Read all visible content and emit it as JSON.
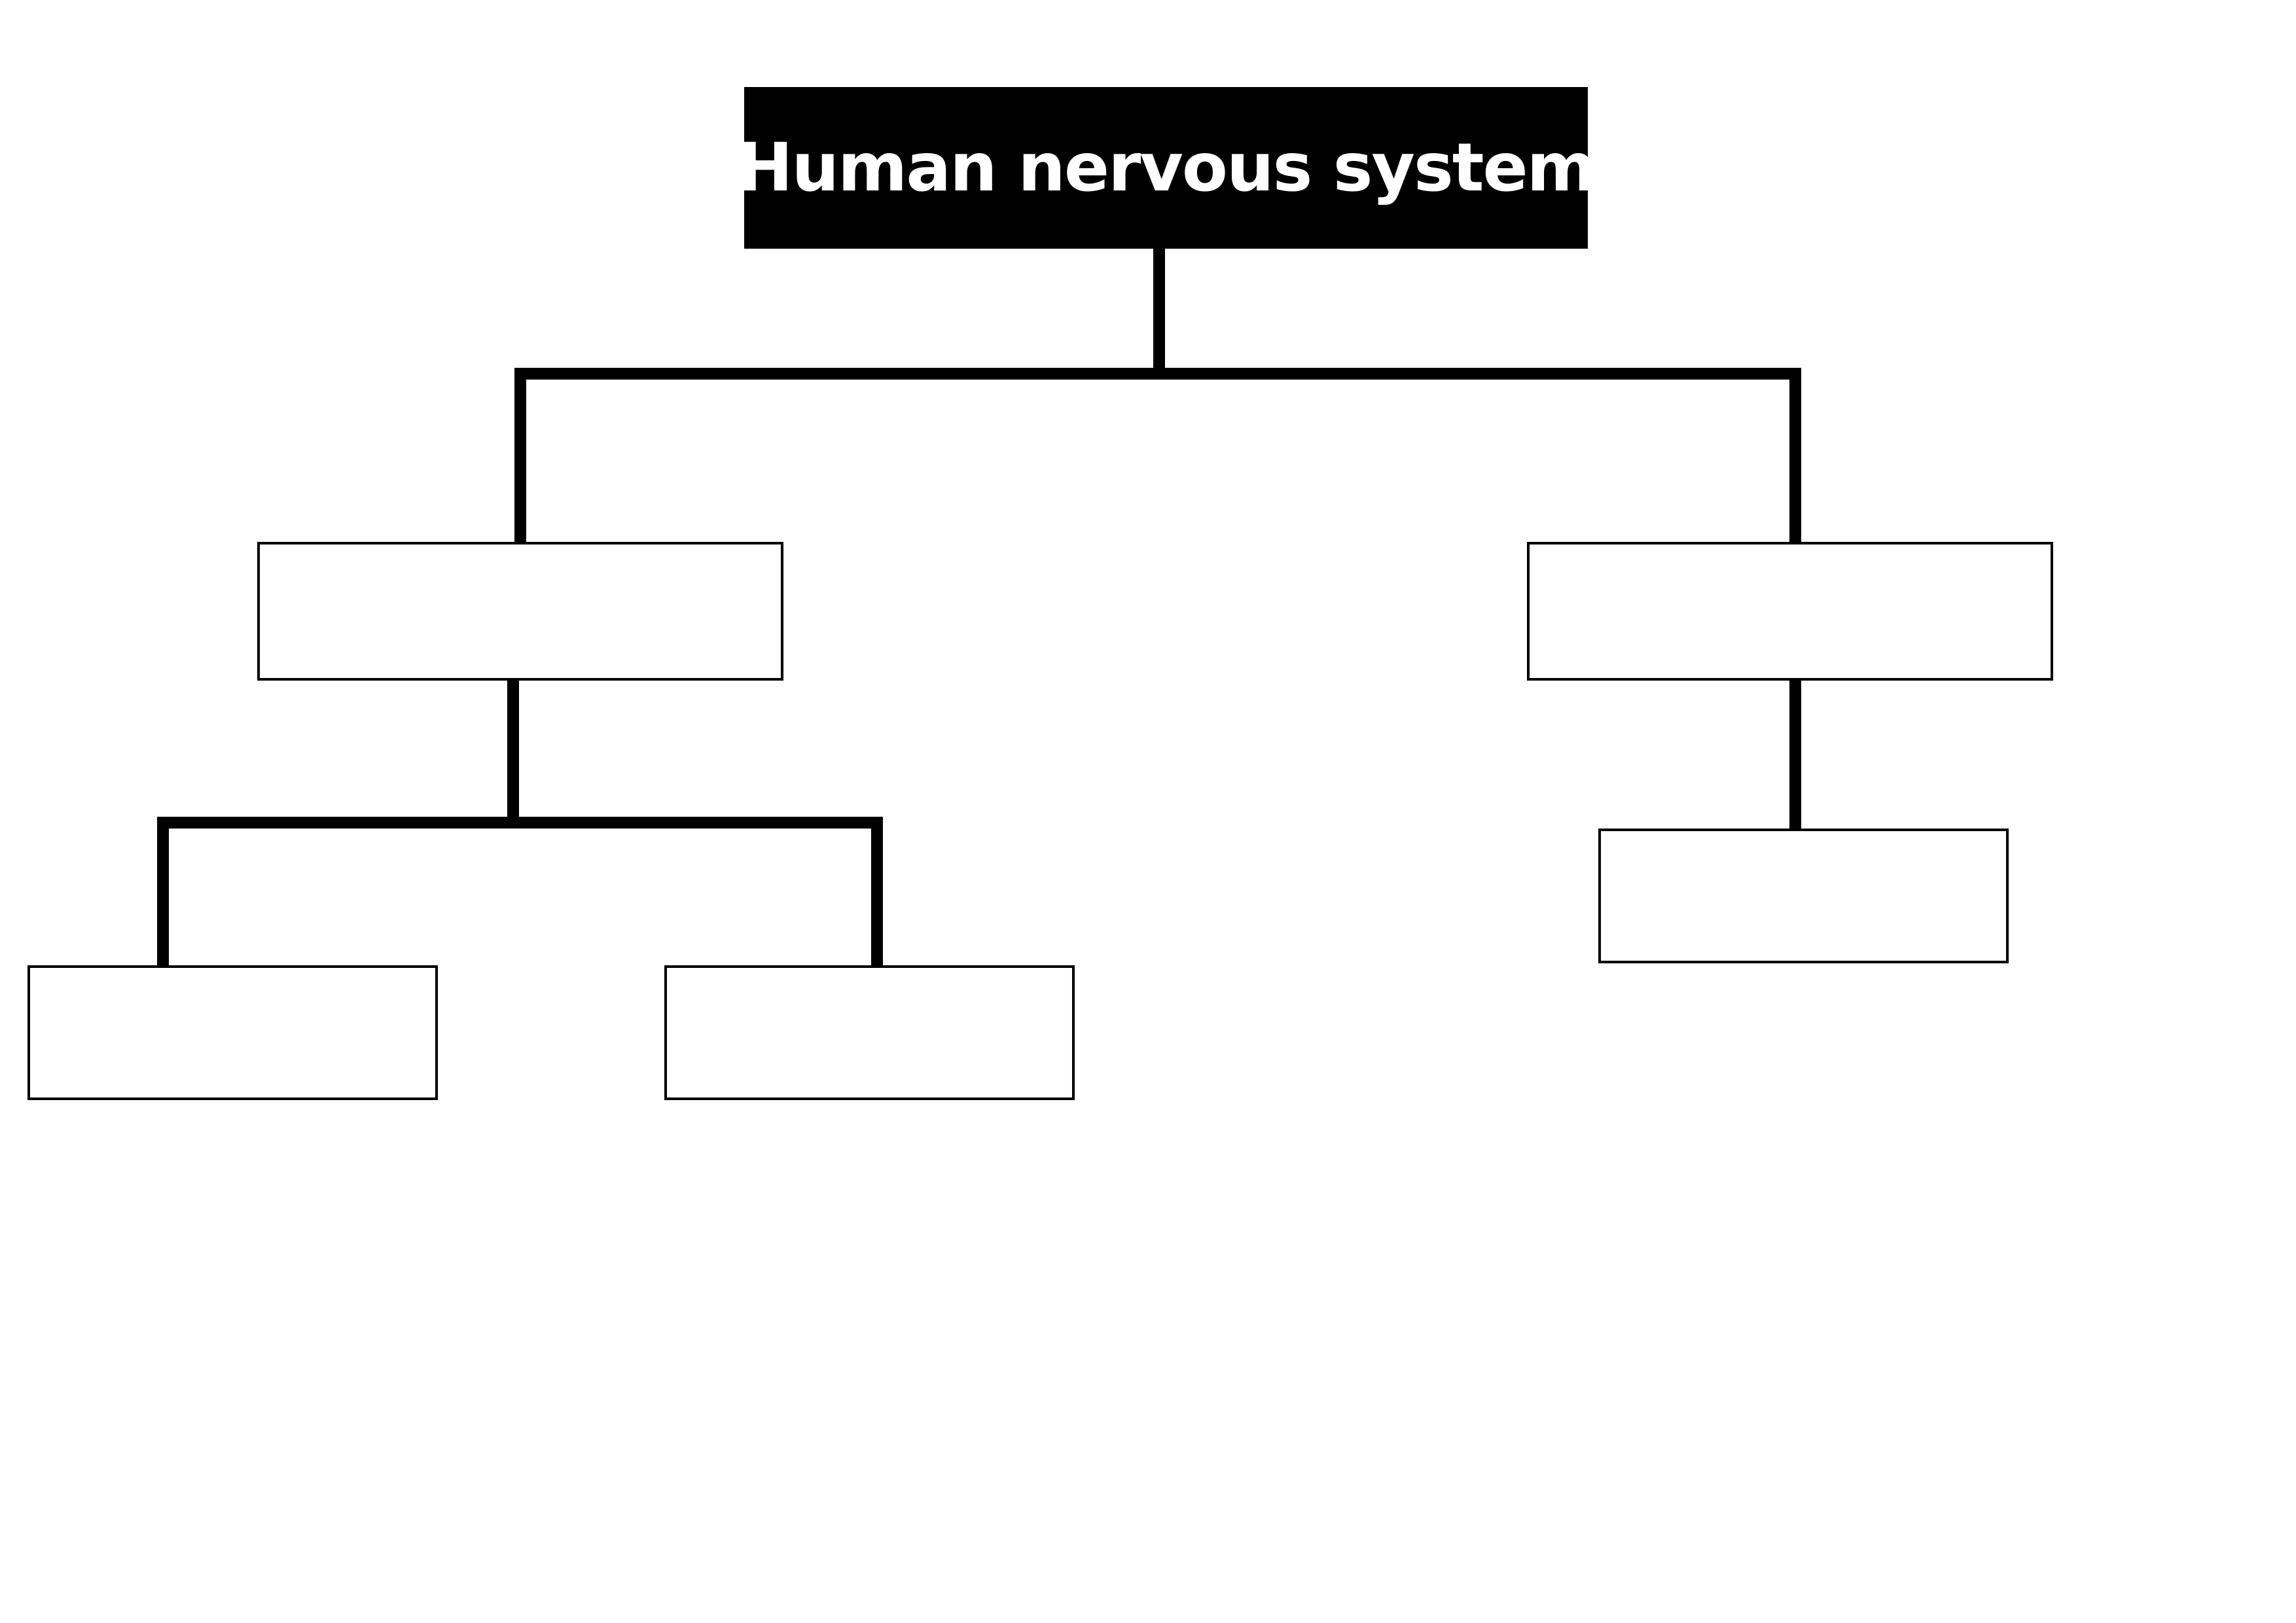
{
  "diagram": {
    "root": {
      "title": "Human nervous system",
      "fill_color": "#000000",
      "text_color": "#ffffff"
    },
    "nodes": [
      {
        "id": "level1-left",
        "label": ""
      },
      {
        "id": "level1-right",
        "label": ""
      },
      {
        "id": "level2-left-a",
        "label": ""
      },
      {
        "id": "level2-left-b",
        "label": ""
      },
      {
        "id": "level2-right-a",
        "label": ""
      }
    ],
    "connector_color": "#000000",
    "node_border_color": "#000000"
  }
}
